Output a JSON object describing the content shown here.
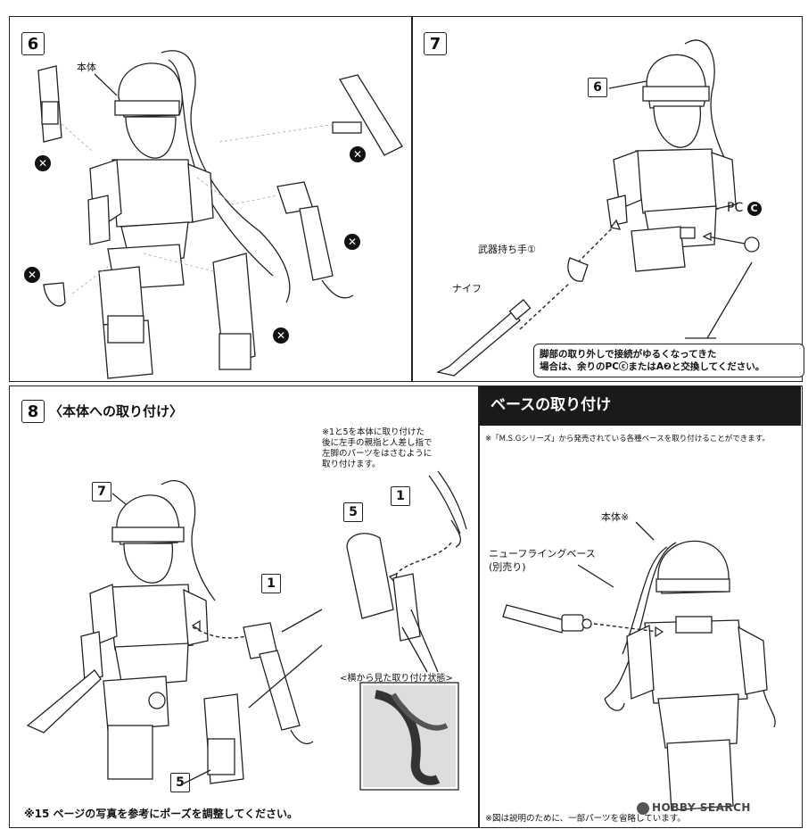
{
  "step6": {
    "num": "6",
    "label_body": "本体"
  },
  "step7": {
    "num": "7",
    "ref6": "6",
    "label_pc": "PC",
    "label_pc_letter": "C",
    "label_hand": "武器持ち手①",
    "label_knife": "ナイフ",
    "note": "脚部の取り外しで接続がゆるくなってきた\n場合は、余りのPCⓒまたはA❷と交換してください。"
  },
  "step8": {
    "num": "8",
    "title": "〈本体への取り付け〉",
    "ref7": "7",
    "ref1a": "1",
    "ref5a": "5",
    "ref1b": "1",
    "ref5b": "5",
    "inset_note": "※1と5を本体に取り付けた\n後に左手の親指と人差し指で\n左脚のパーツをはさむように\n取り付けます。",
    "side_caption": "<横から見た取り付け状態>",
    "footer": "※15 ページの写真を参考にポーズを調整してください。"
  },
  "base": {
    "title": "ベースの取り付け",
    "note": "※「M.S.Gシリーズ」から発売されている各種ベースを取り付けることができます。",
    "label_body": "本体※",
    "label_base": "ニューフライングベース\n(別売り)",
    "footer": "※図は説明のために、一部パーツを省略しています。"
  },
  "watermark": "HOBBY SEARCH",
  "icons": {
    "x_mark": "x-mark-icon",
    "circle_c": "circle-c-icon"
  }
}
